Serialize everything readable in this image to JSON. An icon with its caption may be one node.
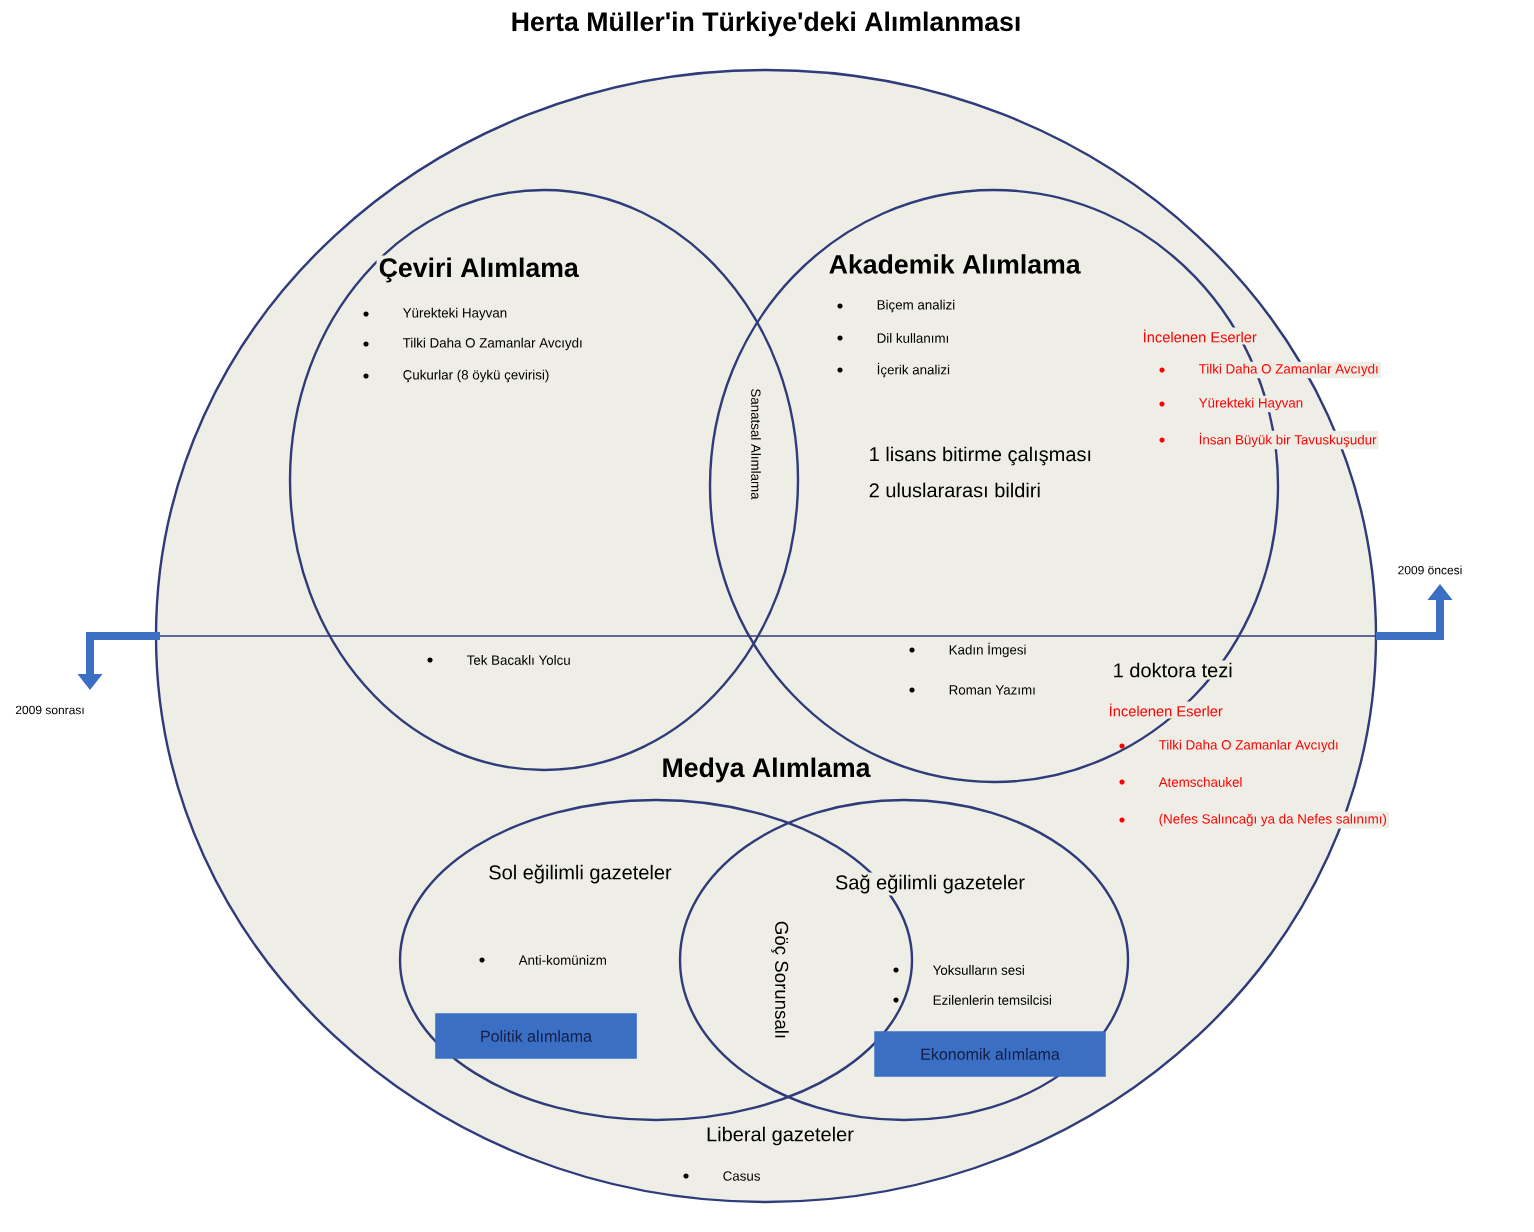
{
  "diagram": {
    "title": "Herta Müller'in Türkiye'deki Alımlanması",
    "nodes": [
      {
        "text": [],
        "shape": "circle"
      },
      {
        "text": [
          "Çeviri Alımlama",
          "Yürekteki Hayvan",
          "Tilki Daha O Zamanlar Avcıydı",
          "Çukurlar (8 öykü çevirisi)",
          "Tek Bacaklı Yolcu"
        ],
        "in": 0
      },
      {
        "text": [
          "Akademik Alımlama",
          "Biçem analizi",
          "Dil kullanımı",
          "İçerik analizi",
          "1 lisans bitirme çalışması",
          "2 uluslararası bildiri",
          "Kadın İmgesi",
          "Roman Yazımı"
        ],
        "in": 0
      },
      {
        "text": [
          "Sol eğilimli gazeteler",
          "Anti-komünizm"
        ],
        "in": 0
      },
      {
        "text": [
          "Politik alımlama"
        ],
        "in": 3
      },
      {
        "text": [
          "Sağ eğilimli gazeteler",
          "Yoksulların sesi",
          "Ezilenlerin temsilcisi"
        ],
        "in": 0
      },
      {
        "text": [
          "Ekonomik alımlama"
        ],
        "in": 5
      }
    ],
    "labels": [
      "Sanatsal Alımlama",
      "İncelenen Eserler",
      "Tilki Daha O Zamanlar Avcıydı",
      "Yürekteki Hayvan",
      "İnsan Büyük bir Tavuskuşudur",
      "2009 öncesi",
      "2009 sonrası",
      "1 doktora tezi",
      "İncelenen Eserler",
      "Tilki Daha O Zamanlar Avcıydı",
      "Atemschaukel",
      "(Nefes Salıncağı ya da Nefes salınımı)",
      "Medya Alımlama",
      "Göç Sorunsalı",
      "Liberal gazeteler",
      "Casus"
    ]
  }
}
